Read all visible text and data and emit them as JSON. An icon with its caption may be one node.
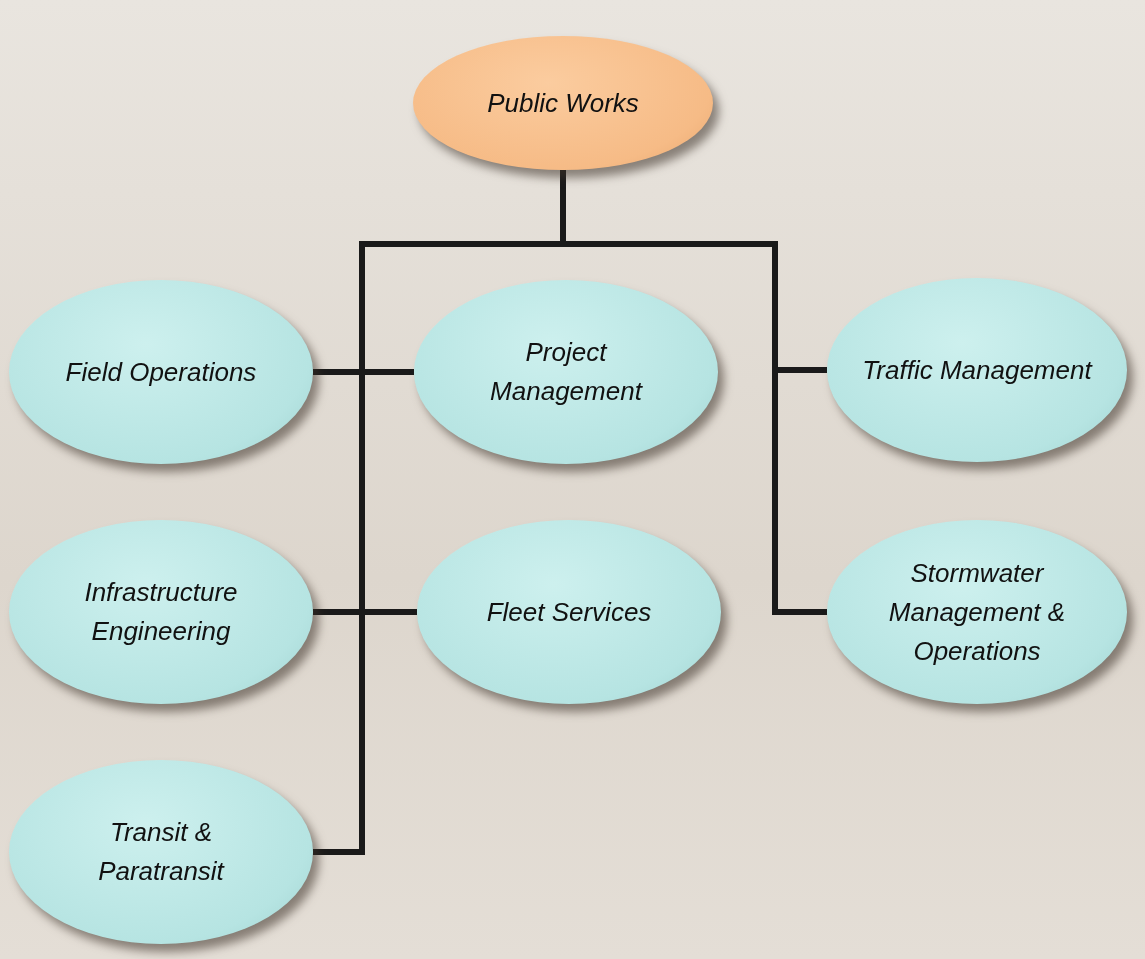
{
  "diagram": {
    "nodes": [
      {
        "text": [
          "Public Works"
        ]
      },
      {
        "text": [
          "Field Operations"
        ]
      },
      {
        "text": [
          "Project Management"
        ]
      },
      {
        "text": [
          "Traffic Management"
        ]
      },
      {
        "text": [
          "Infrastructure Engineering"
        ]
      },
      {
        "text": [
          "Fleet Services"
        ]
      },
      {
        "text": [
          "Stormwater Management & Operations"
        ]
      },
      {
        "text": [
          "Transit & Paratransit"
        ]
      }
    ],
    "edges": [
      {
        "from": 0,
        "to": 1,
        "arrow": "none"
      },
      {
        "from": 0,
        "to": 2,
        "arrow": "none"
      },
      {
        "from": 0,
        "to": 3,
        "arrow": "none"
      },
      {
        "from": 0,
        "to": 4,
        "arrow": "none"
      },
      {
        "from": 0,
        "to": 5,
        "arrow": "none"
      },
      {
        "from": 0,
        "to": 6,
        "arrow": "none"
      },
      {
        "from": 0,
        "to": 7,
        "arrow": "none"
      }
    ]
  }
}
